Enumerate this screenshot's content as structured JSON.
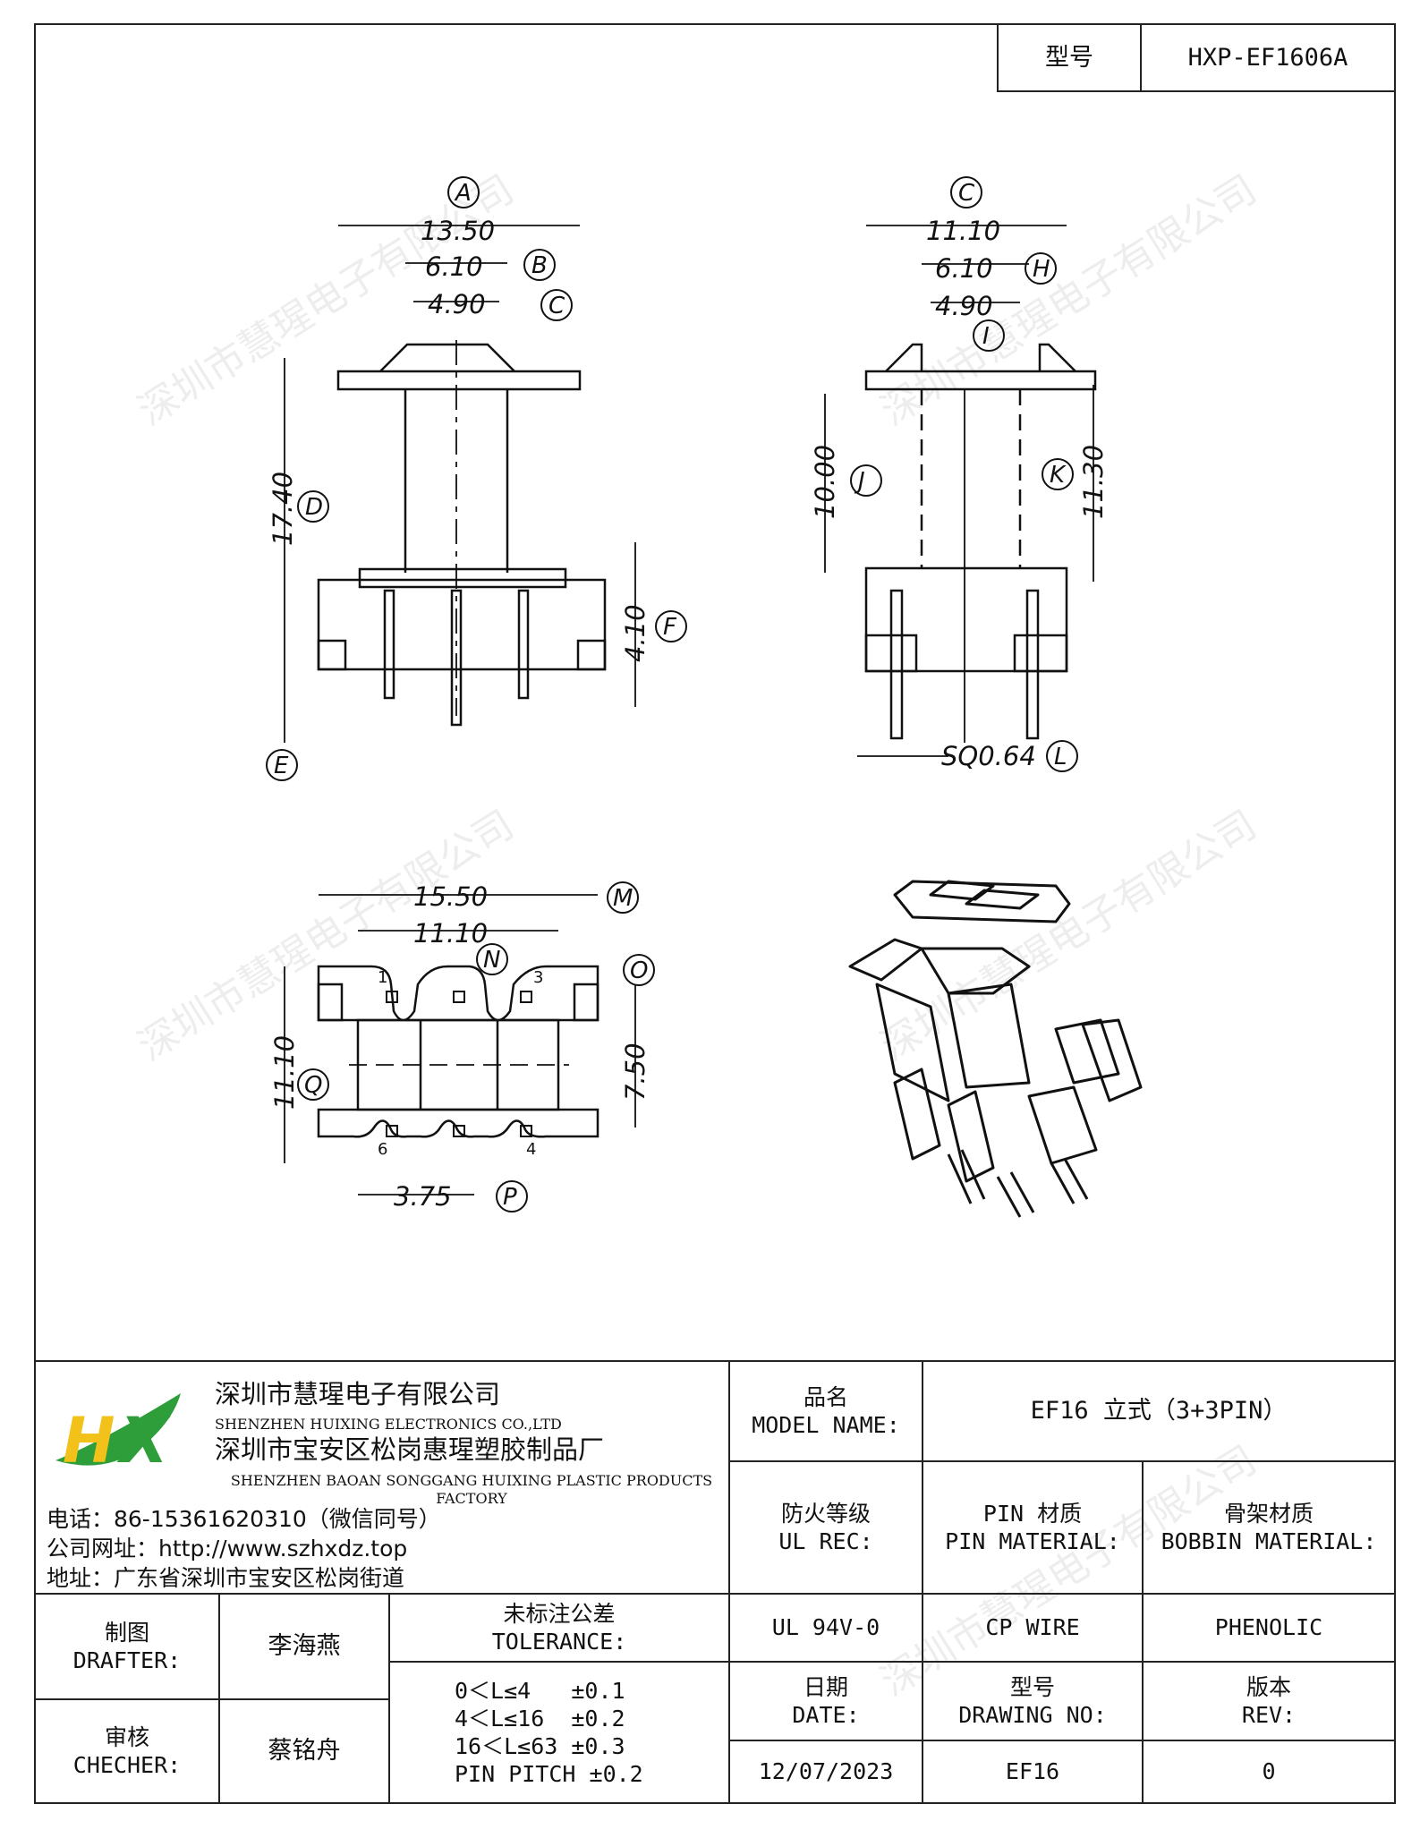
{
  "header": {
    "model_label": "型号",
    "model_value": "HXP-EF1606A"
  },
  "drawing": {
    "front": {
      "dims": [
        "13.50",
        "6.10",
        "4.90",
        "17.40",
        "4.10"
      ],
      "callouts": [
        "A",
        "B",
        "C",
        "D",
        "E",
        "F"
      ]
    },
    "side": {
      "dims": [
        "11.10",
        "6.10",
        "4.90",
        "10.00",
        "11.30",
        "SQ0.64"
      ],
      "callouts": [
        "C",
        "H",
        "I",
        "J",
        "K",
        "L"
      ]
    },
    "bottom": {
      "dims": [
        "15.50",
        "11.10",
        "11.10",
        "7.50",
        "3.75"
      ],
      "callouts": [
        "M",
        "N",
        "O",
        "Q",
        "P"
      ],
      "pins": [
        "1",
        "3",
        "6",
        "4"
      ]
    }
  },
  "watermark": "深圳市慧瑆电子有限公司",
  "company": {
    "logo_text": "HX",
    "name_cn": "深圳市慧瑆电子有限公司",
    "name_en": "SHENZHEN HUIXING ELECTRONICS CO.,LTD",
    "factory_cn": "深圳市宝安区松岗惠瑆塑胶制品厂",
    "factory_en": "SHENZHEN BAOAN SONGGANG HUIXING PLASTIC PRODUCTS FACTORY",
    "phone": "电话：86-15361620310（微信同号）",
    "website": "公司网址：http://www.szhxdz.top",
    "address": "地址：广东省深圳市宝安区松岗街道"
  },
  "title_block": {
    "model_name_cn": "品名",
    "model_name_en": "MODEL NAME:",
    "model_name_value": "EF16 立式（3+3PIN）",
    "ul_cn": "防火等级",
    "ul_en": "UL REC:",
    "pin_cn": "PIN 材质",
    "pin_en": "PIN MATERIAL:",
    "bobbin_cn": "骨架材质",
    "bobbin_en": "BOBBIN MATERIAL:",
    "ul_value": "UL 94V-0",
    "pin_value": "CP WIRE",
    "bobbin_value": "PHENOLIC",
    "drafter_cn": "制图",
    "drafter_en": "DRAFTER:",
    "drafter_value": "李海燕",
    "checker_cn": "审核",
    "checker_en": "CHECHER:",
    "checker_value": "蔡铭舟",
    "tolerance_cn": "未标注公差",
    "tolerance_en": "TOLERANCE:",
    "tolerance_lines": [
      "0＜L≤4   ±0.1",
      "4＜L≤16  ±0.2",
      "16＜L≤63 ±0.3",
      "PIN PITCH ±0.2"
    ],
    "date_cn": "日期",
    "date_en": "DATE:",
    "drawing_no_cn": "型号",
    "drawing_no_en": "DRAWING NO:",
    "rev_cn": "版本",
    "rev_en": "REV:",
    "date_value": "12/07/2023",
    "drawing_no_value": "EF16",
    "rev_value": "0"
  }
}
